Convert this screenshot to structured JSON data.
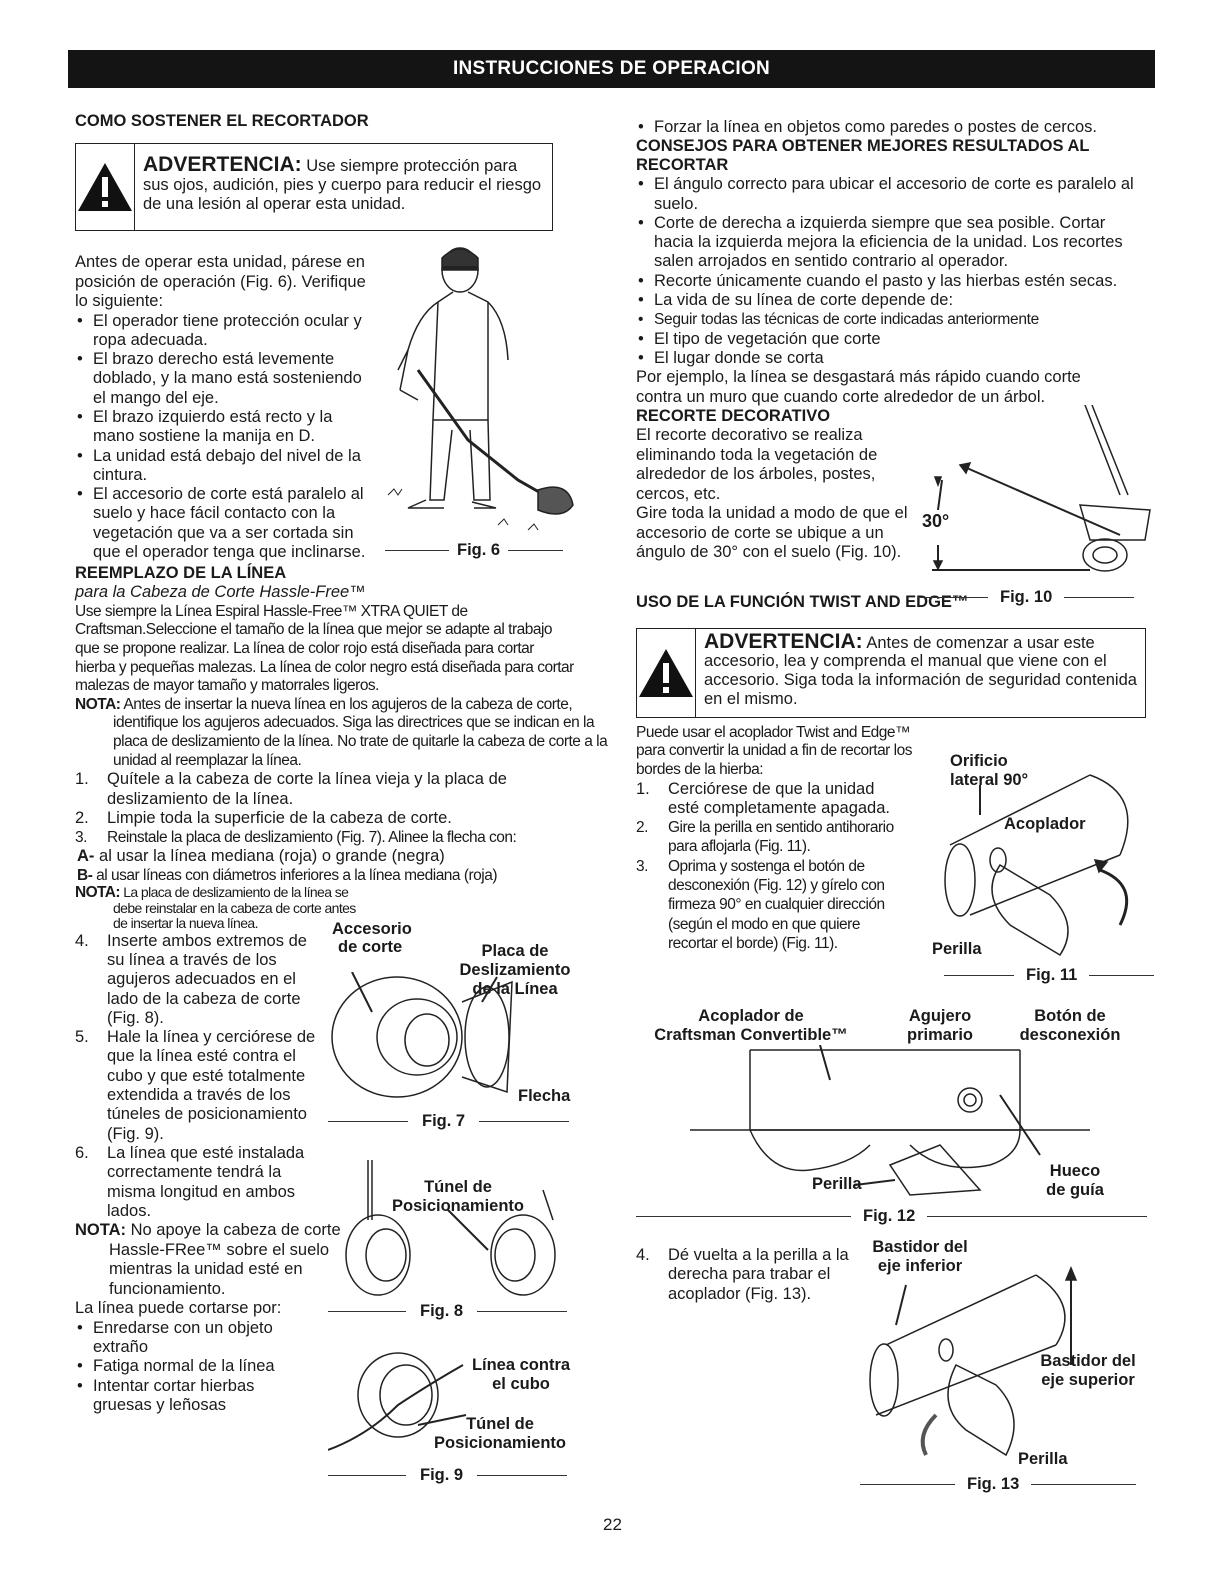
{
  "banner": "INSTRUCCIONES DE OPERACION",
  "left": {
    "h_hold": "COMO SOSTENER EL RECORTADOR",
    "warn1_title": "ADVERTENCIA:",
    "warn1_text": " Use siempre protección para sus ojos, audición, pies y cuerpo para reducir el riesgo de una lesión al operar esta unidad.",
    "intro": "Antes de operar esta unidad, párese en posición de operación (Fig. 6). Verifique lo siguiente:",
    "hold_list": [
      "El operador tiene protección ocular y ropa adecuada.",
      "El brazo derecho está levemente doblado, y la mano está sosteniendo el mango del eje.",
      "El brazo izquierdo está recto y la mano sostiene la manija en D.",
      "La unidad está debajo del nivel de la cintura.",
      "El accesorio de corte está paralelo al suelo y hace fácil contacto con la vegetación que va a ser cortada sin que el operador tenga que inclinarse."
    ],
    "fig6": "Fig. 6",
    "h_replace": "REEMPLAZO DE LA LÍNEA",
    "replace_sub": "para la Cabeza de Corte Hassle-Free™",
    "replace_para": "Use siempre la Línea Espiral Hassle-Free™ XTRA QUIET de Craftsman.Seleccione el tamaño de la línea que mejor se adapte al trabajo que se propone realizar. La línea de color rojo está diseñada para cortar hierba y pequeñas malezas. La línea de color negro está diseñada para cortar malezas de mayor tamaño y matorrales ligeros.",
    "nota1_label": "NOTA:",
    "nota1_text": " Antes de insertar la nueva línea en los agujeros de la cabeza de corte, identifique los agujeros adecuados. Siga las directrices que se indican en la placa de deslizamiento de la línea. No trate de quitarle la cabeza de corte a la unidad al reemplazar la línea.",
    "steps_a": [
      {
        "n": "1.",
        "t": "Quítele a la cabeza de corte la línea vieja y la placa de deslizamiento de la línea."
      },
      {
        "n": "2.",
        "t": "Limpie toda la superficie de la cabeza de corte."
      },
      {
        "n": "3.",
        "t": "Reinstale la placa de deslizamiento (Fig. 7). Alinee la flecha con:"
      }
    ],
    "sub_a_label": "A-",
    "sub_a": "al usar la línea mediana (roja) o grande (negra)",
    "sub_b_label": "B-",
    "sub_b": "al usar líneas con diámetros inferiores a la línea mediana (roja)",
    "nota2_label": "NOTA:",
    "nota2_text": "La placa de deslizamiento de la línea se debe reinstalar en la cabeza de corte antes de insertar la nueva línea.",
    "steps_b": [
      {
        "n": "4.",
        "t": "Inserte ambos extremos de su línea a través de los agujeros adecuados en el lado de la cabeza de corte (Fig. 8)."
      },
      {
        "n": "5.",
        "t": "Hale la línea y cerciórese de que la línea esté contra el cubo y que esté totalmente extendida a través de los túneles de posicionamiento (Fig. 9)."
      },
      {
        "n": "6.",
        "t": "La línea que esté instalada correctamente tendrá la misma longitud en ambos lados."
      }
    ],
    "nota3_label": "NOTA:",
    "nota3_text": " No apoye la cabeza de corte Hassle-FRee™ sobre el suelo mientras la unidad esté en funcionamiento.",
    "cut_intro": "La línea puede cortarse por:",
    "cut_list": [
      "Enredarse con un objeto extraño",
      "Fatiga normal de la línea",
      "Intentar cortar hierbas gruesas y leñosas"
    ],
    "fig7": "Fig. 7",
    "fig7_accesorio": "Accesorio",
    "fig7_decorte": "de corte",
    "fig7_placa": "Placa de",
    "fig7_desliz": "Deslizamiento",
    "fig7_linea": "de la Línea",
    "fig7_flecha": "Flecha",
    "fig8": "Fig. 8",
    "fig8_tunel": "Túnel de",
    "fig8_posic": "Posicionamiento",
    "fig9": "Fig. 9",
    "fig9_linea": "Línea contra",
    "fig9_cubo": "el cubo",
    "fig9_tunel": "Túnel de",
    "fig9_posic": "Posicionamiento"
  },
  "right": {
    "force_bullet": "Forzar la línea en objetos como paredes o postes de cercos.",
    "h_tips": "CONSEJOS PARA OBTENER MEJORES RESULTADOS AL RECORTAR",
    "tips": [
      "El ángulo correcto para ubicar el accesorio de corte es paralelo al suelo.",
      "Corte de derecha a izquierda siempre que sea posible. Cortar hacia la izquierda mejora la eficiencia de la unidad. Los recortes salen arrojados en sentido contrario al operador.",
      "Recorte únicamente cuando el pasto y las hierbas estén secas.",
      "La vida de su línea de corte depende de:"
    ],
    "life": [
      "Seguir todas las técnicas de corte indicadas anteriormente",
      "El tipo de vegetación que corte",
      "El lugar donde se corta"
    ],
    "example": "Por ejemplo, la línea se desgastará más rápido cuando corte contra un muro que cuando corte alrededor de un árbol.",
    "h_deco": "RECORTE DECORATIVO",
    "deco1": "El recorte decorativo se realiza eliminando toda la vegetación de alrededor de los árboles, postes, cercos, etc.",
    "deco2": "Gire toda la unidad a modo de que el accesorio de corte se ubique a un ángulo de 30° con el suelo (Fig. 10).",
    "fig10": "Fig. 10",
    "fig10_angle": "30°",
    "h_twist": "USO DE LA FUNCIÓN TWIST AND EDGE™",
    "warn2_title": "ADVERTENCIA:",
    "warn2_text": " Antes de comenzar a usar este accesorio, lea y comprenda el manual que viene con el accesorio. Siga toda la información de seguridad contenida en el mismo.",
    "twist_intro": "Puede usar el acoplador Twist and Edge™ para convertir la unidad a fin de recortar los bordes de la hierba:",
    "twist_steps": [
      {
        "n": "1.",
        "t": "Cerciórese de que la unidad esté completamente apagada."
      },
      {
        "n": "2.",
        "t": "Gire la perilla en sentido antihorario para aflojarla (Fig. 11)."
      },
      {
        "n": "3.",
        "t": "Oprima y sostenga el botón de desconexión (Fig. 12) y gírelo con firmeza 90° en cualquier dirección (según el modo en que quiere recortar el borde) (Fig. 11)."
      }
    ],
    "fig11": "Fig. 11",
    "fig11_orificio": "Orificio",
    "fig11_lateral": "lateral 90°",
    "fig11_acoplador": "Acoplador",
    "fig11_perilla": "Perilla",
    "fig12": "Fig. 12",
    "fig12_acop1": "Acoplador de",
    "fig12_acop2": "Craftsman Convertible™",
    "fig12_agujero1": "Agujero",
    "fig12_agujero2": "primario",
    "fig12_boton1": "Botón de",
    "fig12_boton2": "desconexión",
    "fig12_perilla": "Perilla",
    "fig12_hueco1": "Hueco",
    "fig12_hueco2": "de guía",
    "step4_n": "4.",
    "step4": "Dé vuelta a la perilla a la derecha para trabar el acoplador (Fig. 13).",
    "fig13": "Fig. 13",
    "fig13_bast_inf1": "Bastidor del",
    "fig13_bast_inf2": "eje inferior",
    "fig13_bast_sup1": "Bastidor del",
    "fig13_bast_sup2": "eje superior",
    "fig13_perilla": "Perilla"
  },
  "page_number": "22"
}
